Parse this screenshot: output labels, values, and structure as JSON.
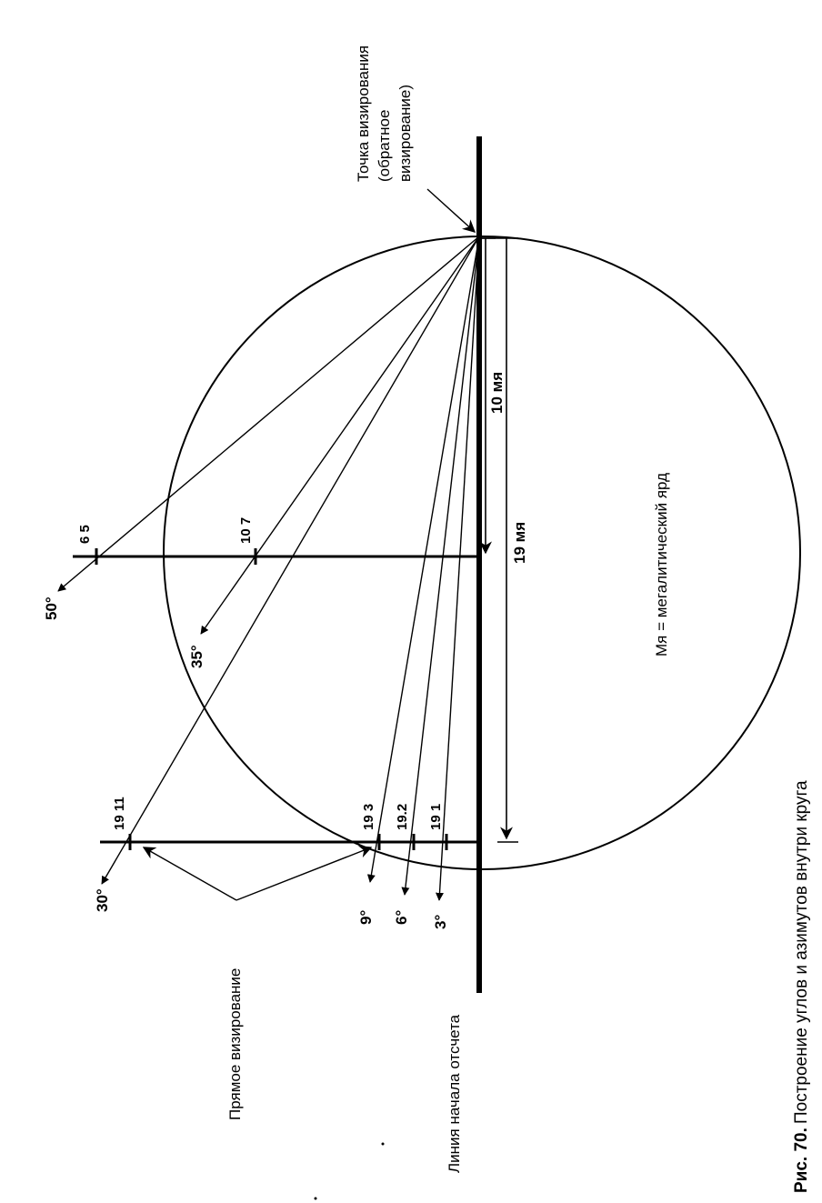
{
  "labels": {
    "sighting_point": [
      "Точка визирования",
      "(обратное",
      "визирование)"
    ],
    "direct_sighting": "Прямое визирование",
    "baseline": "Линия начала отсчета",
    "legend": "Мя = мегалитический ярд",
    "dist_10": "10 мя",
    "dist_19": "19 мя"
  },
  "angles": {
    "a50": "50°",
    "a35": "35°",
    "a30": "30°",
    "a9": "9°",
    "a6": "6°",
    "a3": "3°"
  },
  "ticks": {
    "t65": "6 5",
    "t107": "10 7",
    "t1911": "19 11",
    "t193": "19 3",
    "t192": "19.2",
    "t191": "19 1"
  },
  "caption": {
    "prefix": "Рис. 70.",
    "text": "Построение углов и азимутов внутри круга"
  },
  "colors": {
    "ink": "#000000",
    "paper": "#ffffff"
  }
}
